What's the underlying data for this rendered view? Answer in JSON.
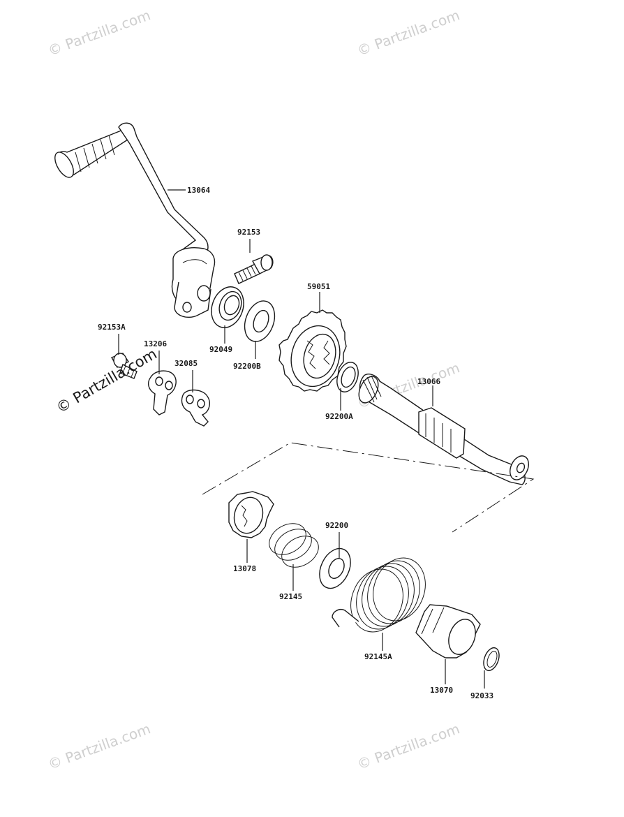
{
  "watermark_text": "© Partzilla.com",
  "overlay_mark_text": "© Partzilla.com",
  "parts": [
    {
      "id": "p13064",
      "number": "13064"
    },
    {
      "id": "p92153",
      "number": "92153"
    },
    {
      "id": "p59051",
      "number": "59051"
    },
    {
      "id": "p92049",
      "number": "92049"
    },
    {
      "id": "p92200B",
      "number": "92200B"
    },
    {
      "id": "p92153A",
      "number": "92153A"
    },
    {
      "id": "p13206",
      "number": "13206"
    },
    {
      "id": "p32085",
      "number": "32085"
    },
    {
      "id": "p13066",
      "number": "13066"
    },
    {
      "id": "p92200A",
      "number": "92200A"
    },
    {
      "id": "p92200",
      "number": "92200"
    },
    {
      "id": "p13078",
      "number": "13078"
    },
    {
      "id": "p92145",
      "number": "92145"
    },
    {
      "id": "p92145A",
      "number": "92145A"
    },
    {
      "id": "p13070",
      "number": "13070"
    },
    {
      "id": "p92033",
      "number": "92033"
    }
  ]
}
